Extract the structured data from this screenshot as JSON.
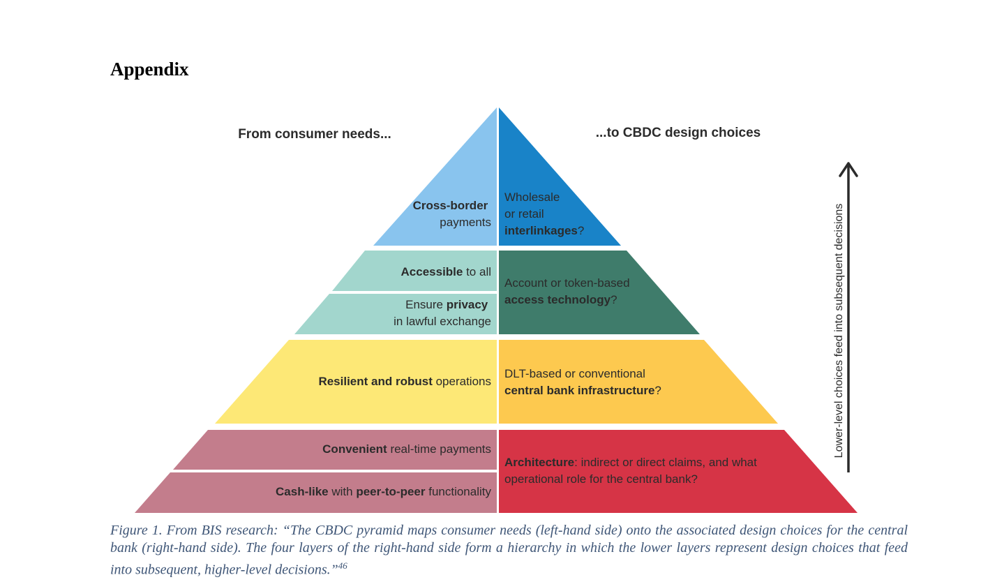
{
  "heading": "Appendix",
  "pyramid": {
    "left_header": "From consumer needs...",
    "right_header": "...to CBDC design choices",
    "side_arrow_label": "Lower-level choices feed into subsequent decisions",
    "colors": {
      "layer1_left": "#89c4ee",
      "layer1_right": "#1983c8",
      "layer2_left": "#a2d6cd",
      "layer2_right": "#3f7c6b",
      "layer3_left": "#fde876",
      "layer3_right": "#fdc94f",
      "layer4_left": "#c37d8c",
      "layer4_right": "#d63446",
      "text": "#2b2b2b"
    },
    "layers": {
      "l1": {
        "left": [
          {
            "b": "Cross-border",
            "n": ""
          },
          {
            "b": "",
            "n": "payments"
          }
        ],
        "right": [
          {
            "n": "Wholesale"
          },
          {
            "n": "or retail"
          },
          {
            "b": "interlinkages",
            "n": "?"
          }
        ]
      },
      "l2a": {
        "left": [
          {
            "b": "Accessible",
            "n": " to all"
          }
        ]
      },
      "l2b": {
        "left": [
          {
            "n": "Ensure ",
            "b": "privacy"
          },
          {
            "n": "in lawful exchange"
          }
        ]
      },
      "l2": {
        "right": [
          {
            "n": "Account or token-based"
          },
          {
            "b": "access technology",
            "n": "?"
          }
        ]
      },
      "l3": {
        "left": [
          {
            "b": "Resilient and robust",
            "n": " operations"
          }
        ],
        "right": [
          {
            "n": "DLT-based or conventional"
          },
          {
            "b": "central bank infrastructure",
            "n": "?"
          }
        ]
      },
      "l4a": {
        "left": [
          {
            "b": "Convenient",
            "n": " real-time payments"
          }
        ]
      },
      "l4b": {
        "left": [
          {
            "b": "Cash-like",
            "n": " with ",
            "b2": "peer-to-peer",
            "n2": " functionality"
          }
        ]
      },
      "l4": {
        "right": [
          {
            "b": "Architecture",
            "n": ": indirect or direct claims, and what"
          },
          {
            "n": "operational role for the central bank?"
          }
        ]
      }
    }
  },
  "caption": {
    "text": "Figure 1. From BIS research: “The CBDC pyramid maps consumer needs (left-hand side) onto the associated design choices for the central bank (right-hand side). The four layers of the right-hand side form a hierarchy in which the lower layers represent design choices that feed into subsequent, higher-level decisions.”",
    "footnote": "46"
  }
}
